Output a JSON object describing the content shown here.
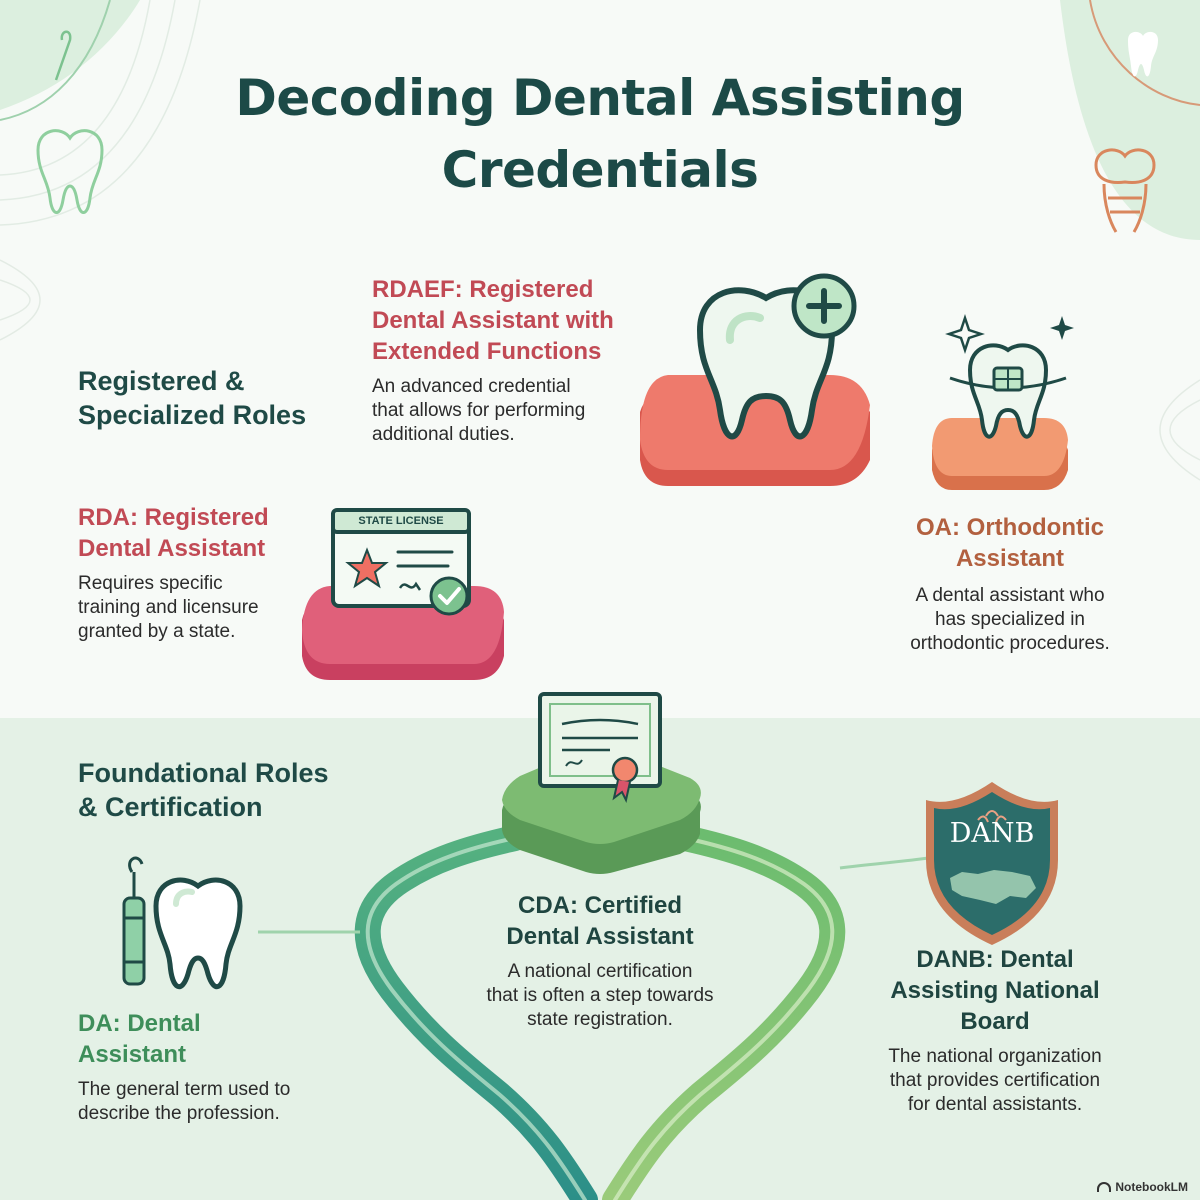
{
  "title": {
    "line1": "Decoding Dental Assisting",
    "line2": "Credentials"
  },
  "sections": {
    "registered": {
      "line1": "Registered &",
      "line2": "Specialized Roles"
    },
    "foundational": {
      "line1": "Foundational Roles",
      "line2": "& Certification"
    }
  },
  "roles": {
    "rdaef": {
      "title_lines": [
        "RDAEF: Registered",
        "Dental Assistant with",
        "Extended Functions"
      ],
      "desc_lines": [
        "An advanced credential",
        "that allows for performing",
        "additional duties."
      ]
    },
    "rda": {
      "title_lines": [
        "RDA: Registered",
        "Dental Assistant"
      ],
      "desc_lines": [
        "Requires specific",
        "training and licensure",
        "granted by a state."
      ]
    },
    "oa": {
      "title_lines": [
        "OA: Orthodontic",
        "Assistant"
      ],
      "desc_lines": [
        "A dental assistant who",
        "has specialized in",
        "orthodontic procedures."
      ]
    },
    "cda": {
      "title_lines": [
        "CDA: Certified",
        "Dental Assistant"
      ],
      "desc_lines": [
        "A national certification",
        "that is often a step towards",
        "state registration."
      ]
    },
    "da": {
      "title_lines": [
        "DA: Dental",
        "Assistant"
      ],
      "desc_lines": [
        "The general term used to",
        "describe the profession."
      ]
    },
    "danb": {
      "title_lines": [
        "DANB: Dental",
        "Assisting National",
        "Board"
      ],
      "desc_lines": [
        "The national organization",
        "that provides certification",
        "for dental assistants."
      ]
    }
  },
  "license_card": {
    "label": "STATE LICENSE"
  },
  "danb_shield": {
    "label": "DANB"
  },
  "footer": {
    "brand": "NotebookLM"
  },
  "colors": {
    "title": "#1c4a47",
    "rdaef_platform": "#ee7a6c",
    "rda_platform": "#e0607a",
    "oa_platform": "#f29a72",
    "cda_platform": "#7dbb72",
    "path_green": "#5fb27e",
    "shield": "#2c6d6a"
  },
  "icons": [
    "tooth-plus-icon",
    "tooth-braces-icon",
    "license-card-icon",
    "certificate-icon",
    "dental-probe-icon",
    "tooth-icon",
    "danb-shield-icon",
    "sparkle-icon"
  ]
}
